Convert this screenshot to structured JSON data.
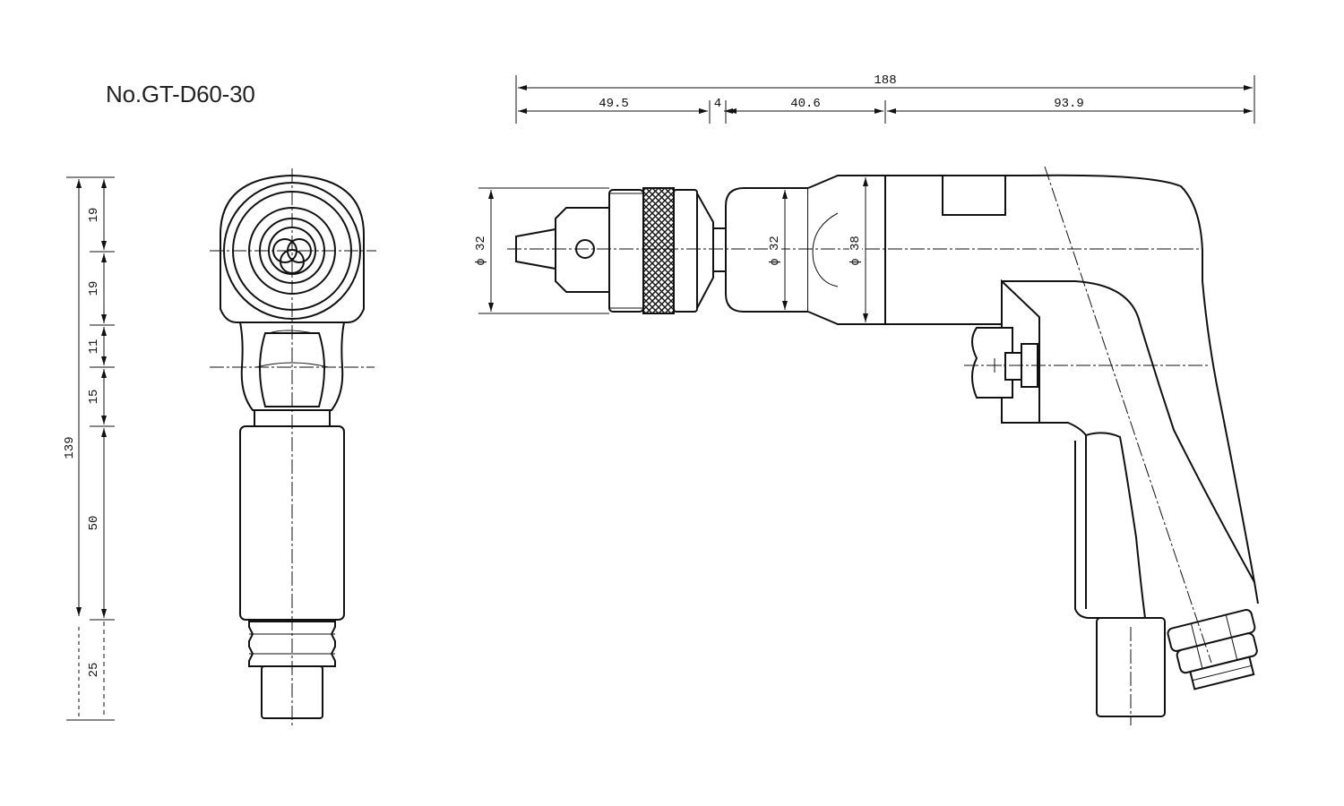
{
  "model": "No.GT-D60-30",
  "dimensions": {
    "overall_length": "188",
    "chuck_length": "49.5",
    "spacer": "4",
    "front_body": "40.6",
    "rear_body": "93.9",
    "chuck_dia": "ϕ 32",
    "front_dia": "ϕ 32",
    "body_dia": "ϕ 38",
    "overall_height": "139",
    "h_top_1": "19",
    "h_top_2": "19",
    "h_mid_1": "11",
    "h_mid_2": "15",
    "h_grip": "50",
    "h_bottom": "25"
  }
}
